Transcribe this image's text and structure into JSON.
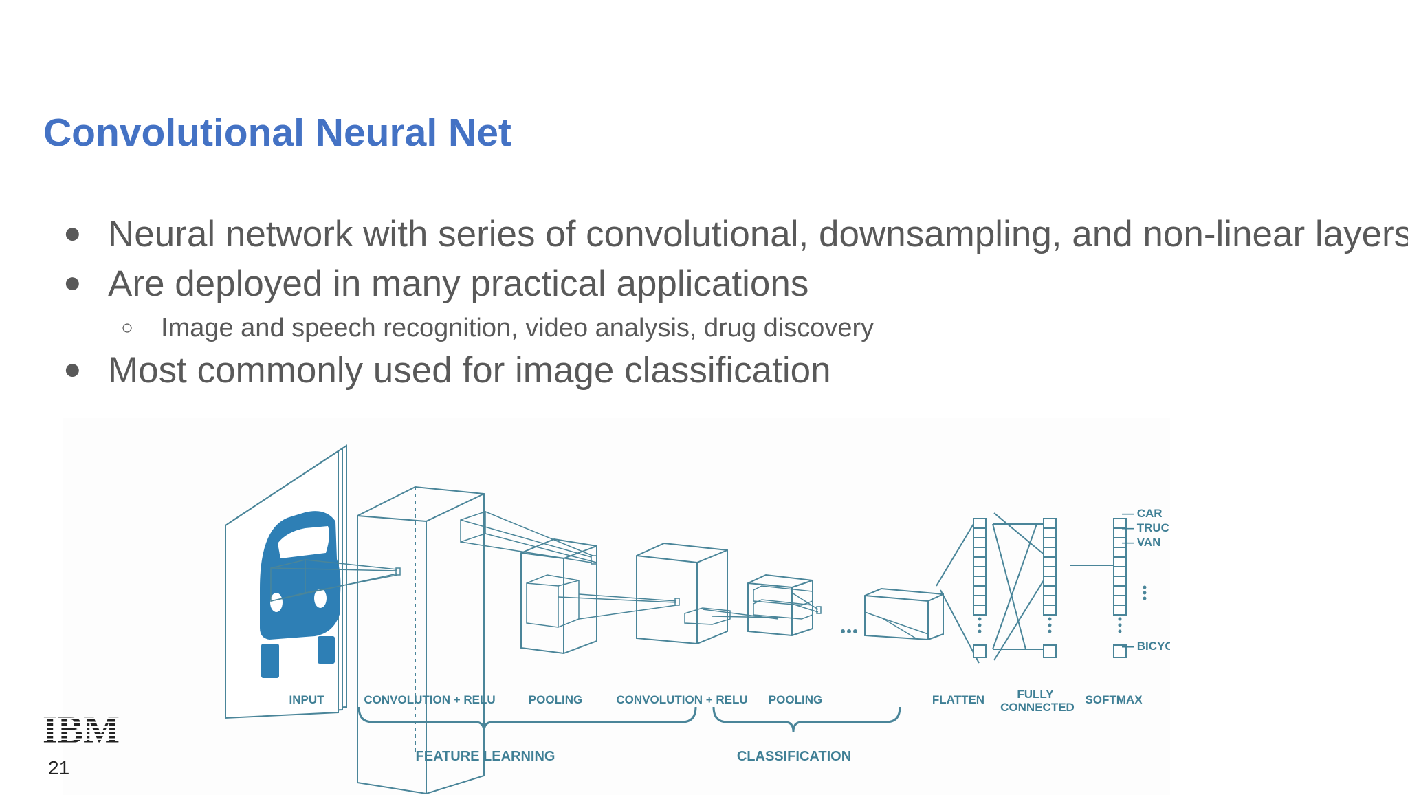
{
  "slide": {
    "title": "Convolutional Neural Net",
    "page_number": "21",
    "logo_text": "IBM"
  },
  "bullets": [
    {
      "text": "Neural network with series of convolutional, downsampling, and non-linear layers",
      "level": 1
    },
    {
      "text": "Are deployed in many practical applications",
      "level": 1
    },
    {
      "text": "Image and speech recognition, video analysis, drug discovery",
      "level": 2
    },
    {
      "text": "Most commonly used for image classification",
      "level": 1
    }
  ],
  "diagram": {
    "stage_labels": {
      "input": "INPUT",
      "conv1": "CONVOLUTION + RELU",
      "pool1": "POOLING",
      "conv2": "CONVOLUTION + RELU",
      "pool2": "POOLING",
      "flatten": "FLATTEN",
      "fully_connected_line1": "FULLY",
      "fully_connected_line2": "CONNECTED",
      "softmax": "SOFTMAX"
    },
    "group_labels": {
      "feature_learning": "FEATURE LEARNING",
      "classification": "CLASSIFICATION"
    },
    "class_labels": [
      "— CAR",
      "— TRUCK",
      "— VAN",
      "— BICYCLE"
    ],
    "colors": {
      "line": "#4a8599",
      "car": "#2e7fb5",
      "text": "#3f7f95"
    }
  }
}
